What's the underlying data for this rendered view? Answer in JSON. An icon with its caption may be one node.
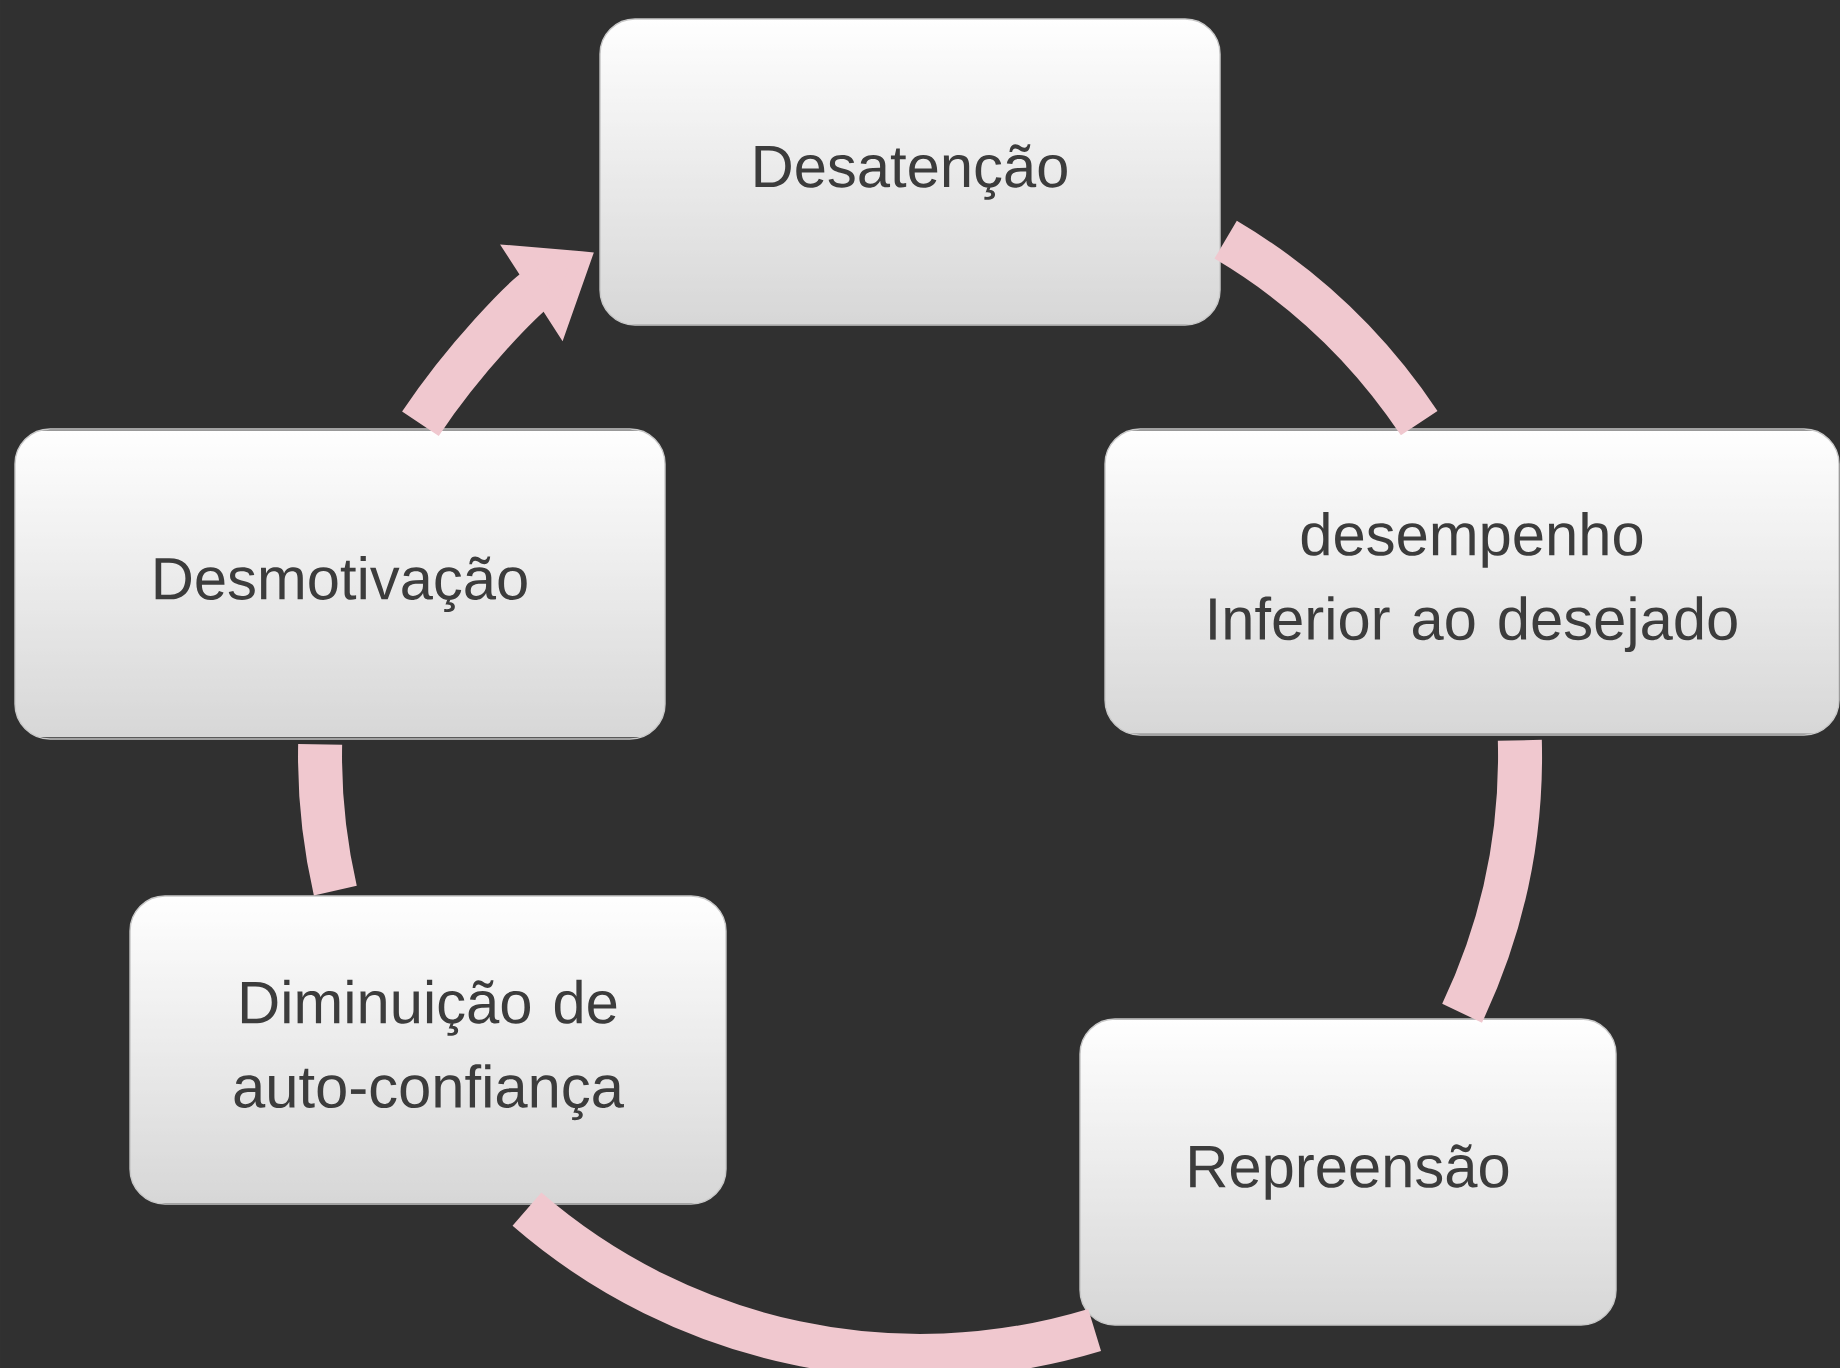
{
  "diagram": {
    "nodes": [
      {
        "text": [
          "Desatenção"
        ]
      },
      {
        "text": [
          "desempenho Inferior ao desejado"
        ]
      },
      {
        "text": [
          "Repreensão"
        ]
      },
      {
        "text": [
          "Diminuição de auto-confiança"
        ]
      },
      {
        "text": [
          "Desmotivação"
        ]
      }
    ],
    "edges": [
      {
        "from": 0,
        "to": 1,
        "arrow": "none"
      },
      {
        "from": 1,
        "to": 2,
        "arrow": "none"
      },
      {
        "from": 2,
        "to": 3,
        "arrow": "none"
      },
      {
        "from": 3,
        "to": 4,
        "arrow": "none"
      },
      {
        "from": 4,
        "to": 0,
        "arrow": "to"
      }
    ]
  }
}
